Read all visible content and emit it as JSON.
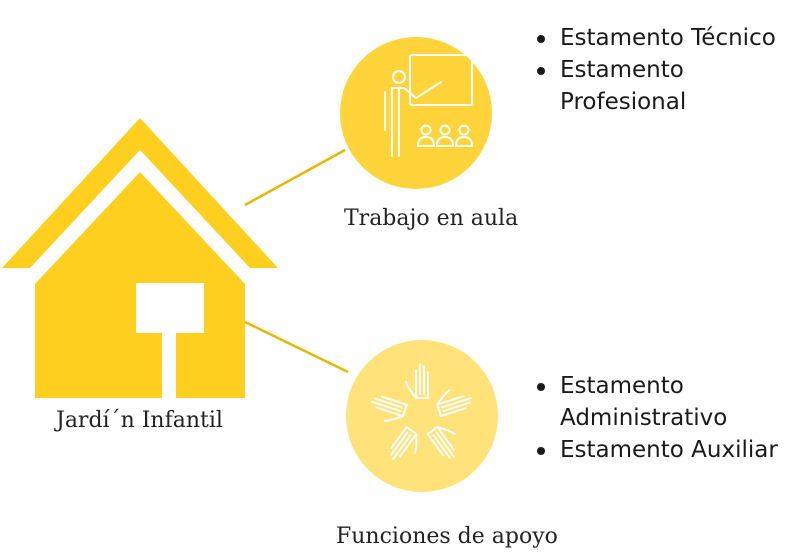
{
  "colors": {
    "house": "#FFCF1F",
    "circle_top": "#FFD43B",
    "circle_bottom": "#FFE27A",
    "connector": "#E6B800",
    "icon_stroke": "#FFFFFF"
  },
  "house": {
    "label": "Jardí´n Infantil",
    "icon": "house-icon"
  },
  "branches": [
    {
      "label": "Trabajo en aula",
      "icon": "teacher-classroom-icon",
      "items": [
        "Estamento Técnico",
        "Estamento Profesional"
      ]
    },
    {
      "label": "Funciones de apoyo",
      "icon": "helping-hands-icon",
      "items": [
        "Estamento Administrativo",
        "Estamento Auxiliar"
      ]
    }
  ]
}
